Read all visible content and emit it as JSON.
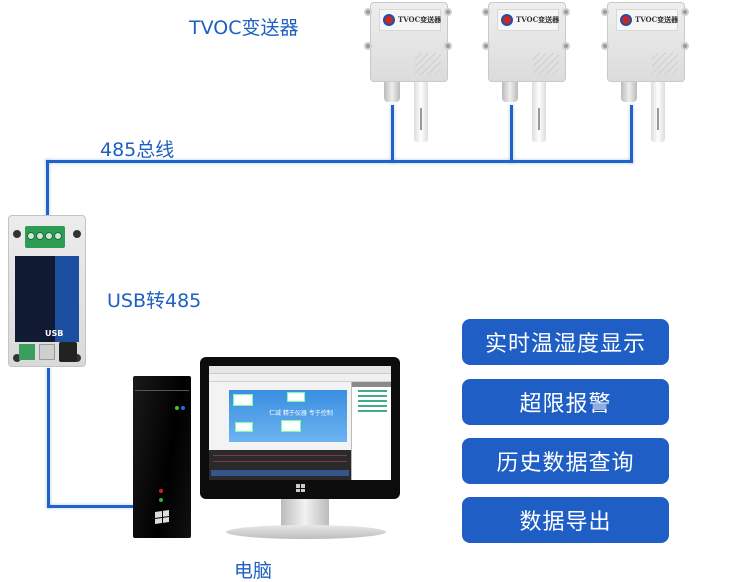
{
  "labels": {
    "sensors": "TVOC变送器",
    "bus": "485总线",
    "converter": "USB转485",
    "computer": "电脑"
  },
  "sensors": [
    {
      "plate_text": "TVOC变送器"
    },
    {
      "plate_text": "TVOC变送器"
    },
    {
      "plate_text": "TVOC变送器"
    }
  ],
  "converter": {
    "usb_label": "USB"
  },
  "screen": {
    "banner_title": "仁减 精于仪器 专于控制"
  },
  "features": [
    {
      "label": "实时温湿度显示"
    },
    {
      "label": "超限报警"
    },
    {
      "label": "历史数据查询"
    },
    {
      "label": "数据导出"
    }
  ],
  "colors": {
    "accent": "#1f5fc5",
    "wire": "#1f63c9",
    "label_text": "#1e5fc0"
  }
}
